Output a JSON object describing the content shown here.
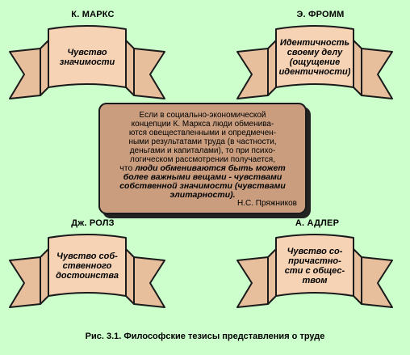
{
  "authors": {
    "marx": "К. МАРКС",
    "fromm": "Э. ФРОММ",
    "rawls": "Дж. РОЛЗ",
    "adler": "А. АДЛЕР"
  },
  "ribbons": {
    "marx": [
      "Чувство",
      "значимости"
    ],
    "fromm": [
      "Идентичность",
      "своему делу",
      "(ощущение",
      "идентичности)"
    ],
    "rawls": [
      "Чувство соб-",
      "ственного",
      "достоинства"
    ],
    "adler": [
      "Чувство со-",
      "причастно-",
      "сти с общес-",
      "твом"
    ]
  },
  "center": {
    "lines": [
      "Если в социально-экономической",
      "концепции К. Маркса люди обменива-",
      "ются овеществленными и опредмечен-",
      "ными результатами труда (в частности,",
      "деньгами и капиталами), то при  психо-",
      "логическом рассмотрении получается,"
    ],
    "mixed_prefix": "что ",
    "mixed_em": "люди обмениваются быть может",
    "em_lines": [
      "более важными вещами - чувствами",
      "собственной значимости (чувствами",
      "элитарности)."
    ],
    "quote_author": "Н.С. Пряжников"
  },
  "caption": "Рис. 3.1. Философские тезисы представления о труде",
  "colors": {
    "background": "#ccffcc",
    "ribbon_fill": "#f6d3b5",
    "box_fill": "#c99d7e",
    "outline": "#1a1a1a"
  }
}
